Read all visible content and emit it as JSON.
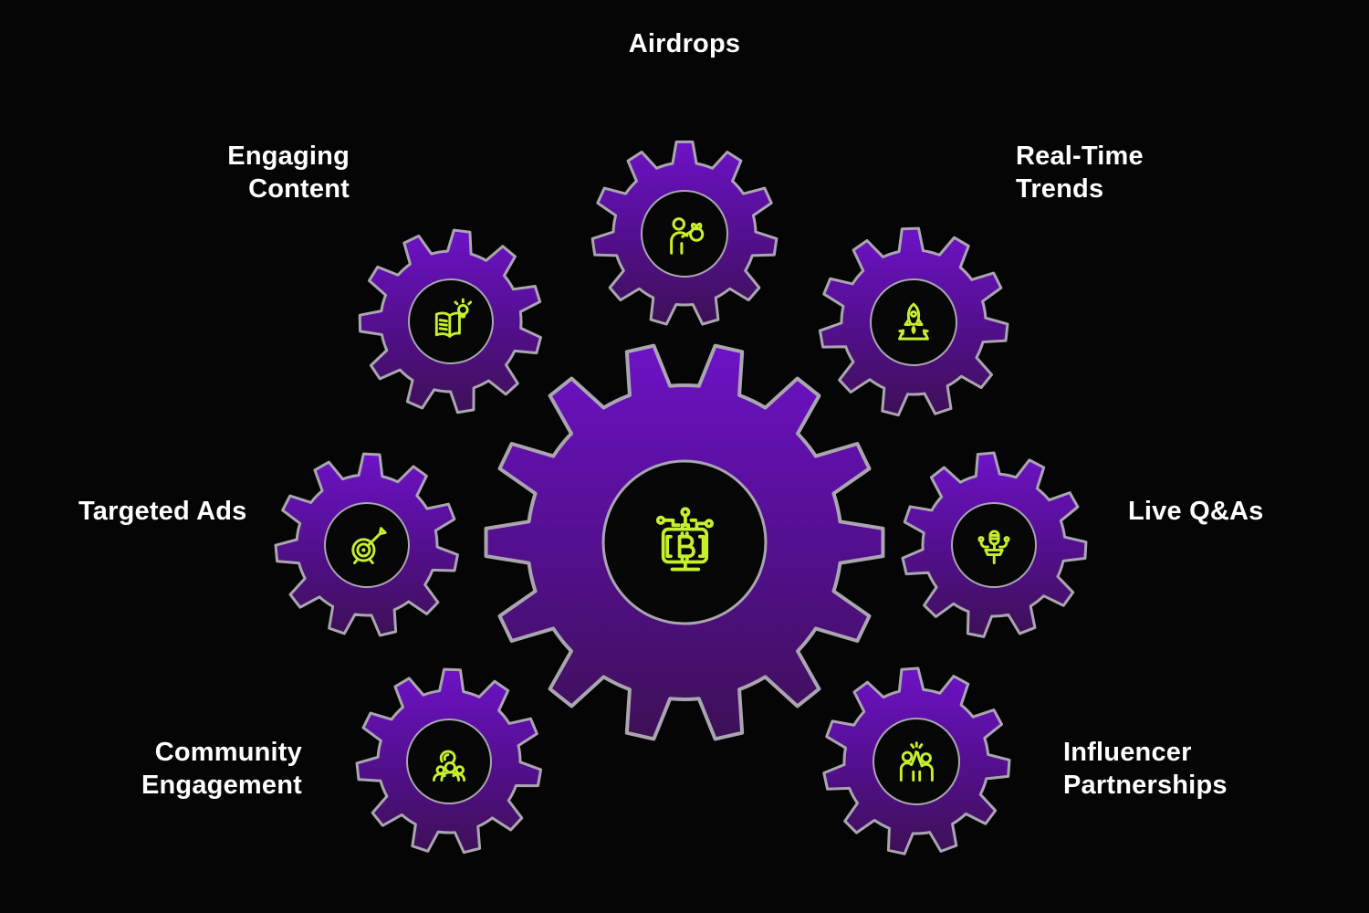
{
  "colors": {
    "background": "#050505",
    "gear_top": "#6d12c6",
    "gear_mid": "#540f90",
    "gear_bottom": "#3d1056",
    "gear_outline": "#aaa6b0",
    "hub_fill": "#070708",
    "icon_stroke": "#c6ef2d",
    "label_color": "#ffffff"
  },
  "center_gear": {
    "icon": "bitcoin-monitor-icon"
  },
  "nodes": [
    {
      "id": "airdrops",
      "label": "Airdrops",
      "icon": "airdrop-money-bag-icon"
    },
    {
      "id": "engaging-content",
      "label": "Engaging\nContent",
      "icon": "book-idea-icon"
    },
    {
      "id": "real-time-trends",
      "label": "Real-Time\nTrends",
      "icon": "rocket-launch-icon"
    },
    {
      "id": "targeted-ads",
      "label": "Targeted Ads",
      "icon": "target-arrow-icon"
    },
    {
      "id": "live-qas",
      "label": "Live Q&As",
      "icon": "microphone-icon"
    },
    {
      "id": "community-engagement",
      "label": "Community\nEngagement",
      "icon": "community-people-icon"
    },
    {
      "id": "influencer-partnerships",
      "label": "Influencer\nPartnerships",
      "icon": "high-five-icon"
    }
  ]
}
